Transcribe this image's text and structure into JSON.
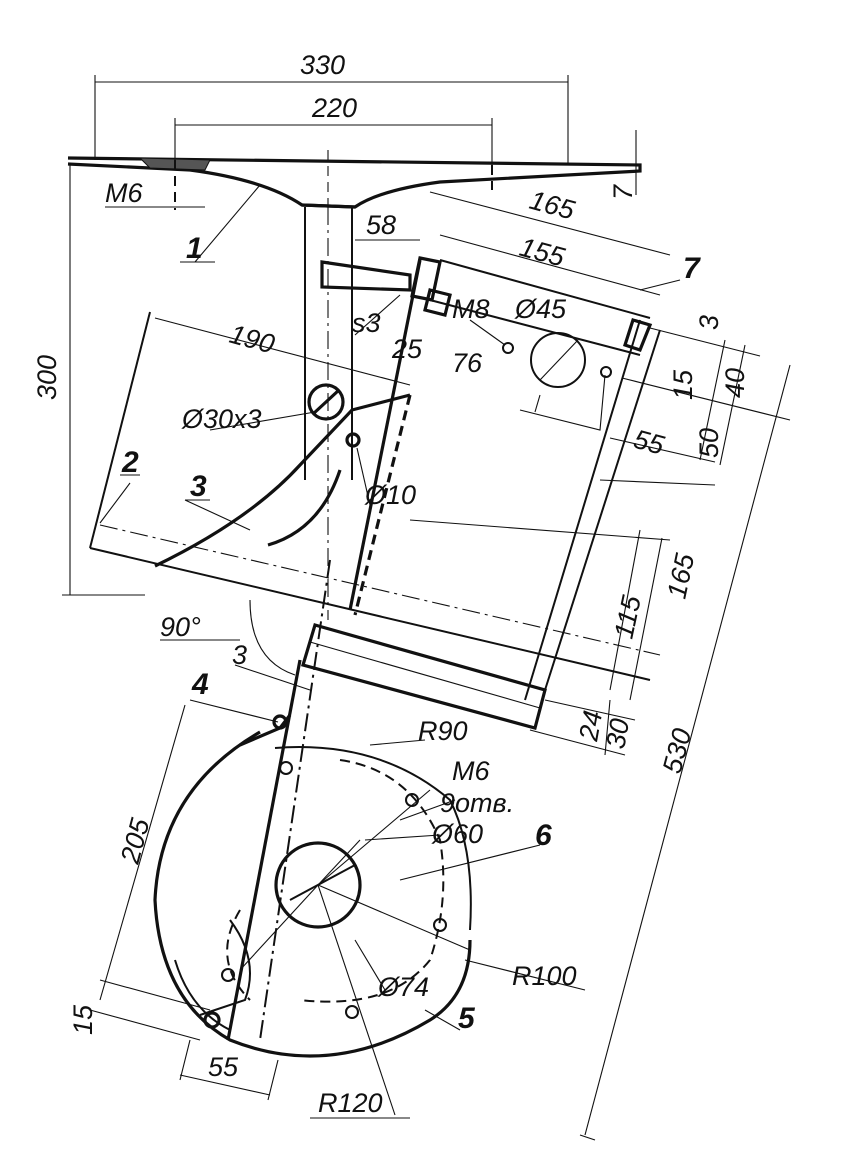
{
  "dimensions": {
    "d330": "330",
    "d220": "220",
    "d7": "7",
    "m6_top": "M6",
    "d165_top": "165",
    "d58": "58",
    "d155": "155",
    "s3": "s3",
    "m8": "M8",
    "dia45": "Ø45",
    "d3_right": "3",
    "d190": "190",
    "d25": "25",
    "d76": "76",
    "d15_right": "15",
    "d40": "40",
    "d300": "300",
    "dia30x3": "Ø30x3",
    "d55_right": "55",
    "d50": "50",
    "dia10": "Ø10",
    "d165_right": "165",
    "d115": "115",
    "angle90": "90°",
    "d3_left": "3",
    "d24": "24",
    "d30": "30",
    "d530": "530",
    "r90": "R90",
    "m6_wheel": "M6",
    "holes9": "9отв.",
    "dia60": "Ø60",
    "d205": "205",
    "r100": "R100",
    "dia74": "Ø74",
    "d15_left": "15",
    "d55_bottom": "55",
    "r120": "R120"
  },
  "part_numbers": {
    "p1": "1",
    "p2": "2",
    "p3": "3",
    "p4": "4",
    "p5": "5",
    "p6": "6",
    "p7": "7"
  }
}
